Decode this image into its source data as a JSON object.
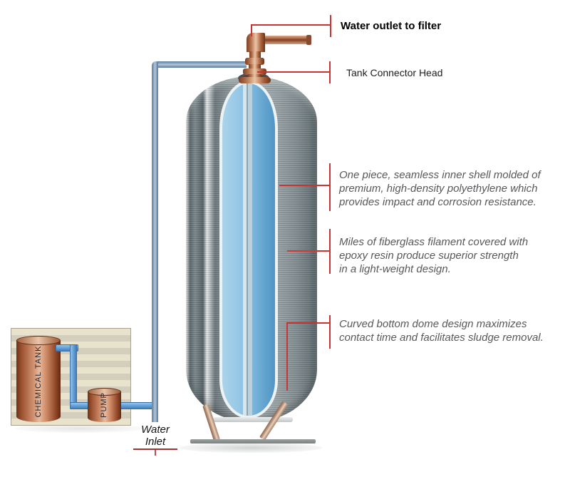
{
  "diagram": {
    "title_context": "Fiberglass water tank cutaway diagram",
    "callouts": {
      "water_outlet": "Water outlet to filter",
      "tank_connector": "Tank Connector Head"
    },
    "annotations": [
      {
        "lines": [
          "One piece, seamless inner shell molded of",
          "premium, high-density polyethylene which",
          "provides impact and corrosion resistance."
        ]
      },
      {
        "lines": [
          "Miles of fiberglass filament covered with",
          "epoxy resin produce superior strength",
          "in a light-weight design."
        ]
      },
      {
        "lines": [
          "Curved bottom dome design maximizes",
          "contact time and facilitates sludge removal."
        ]
      }
    ],
    "equipment": {
      "chemical_tank": "CHEMICAL TANK",
      "pump": "PUMP"
    },
    "water_inlet": {
      "line1": "Water",
      "line2": "Inlet"
    },
    "colors": {
      "leader_red": "#c93434",
      "underline_red": "#a23232",
      "copper": "#a9633f",
      "shell_gray": "#8d9799",
      "inner_shell_blue": "#7db8dd",
      "chem_pipe_blue": "#5f9ed7",
      "supply_pipe_blue_gray": "#84a0bb",
      "box_beige": "#e9e2cc",
      "box_stripe": "#d4cebc"
    }
  }
}
